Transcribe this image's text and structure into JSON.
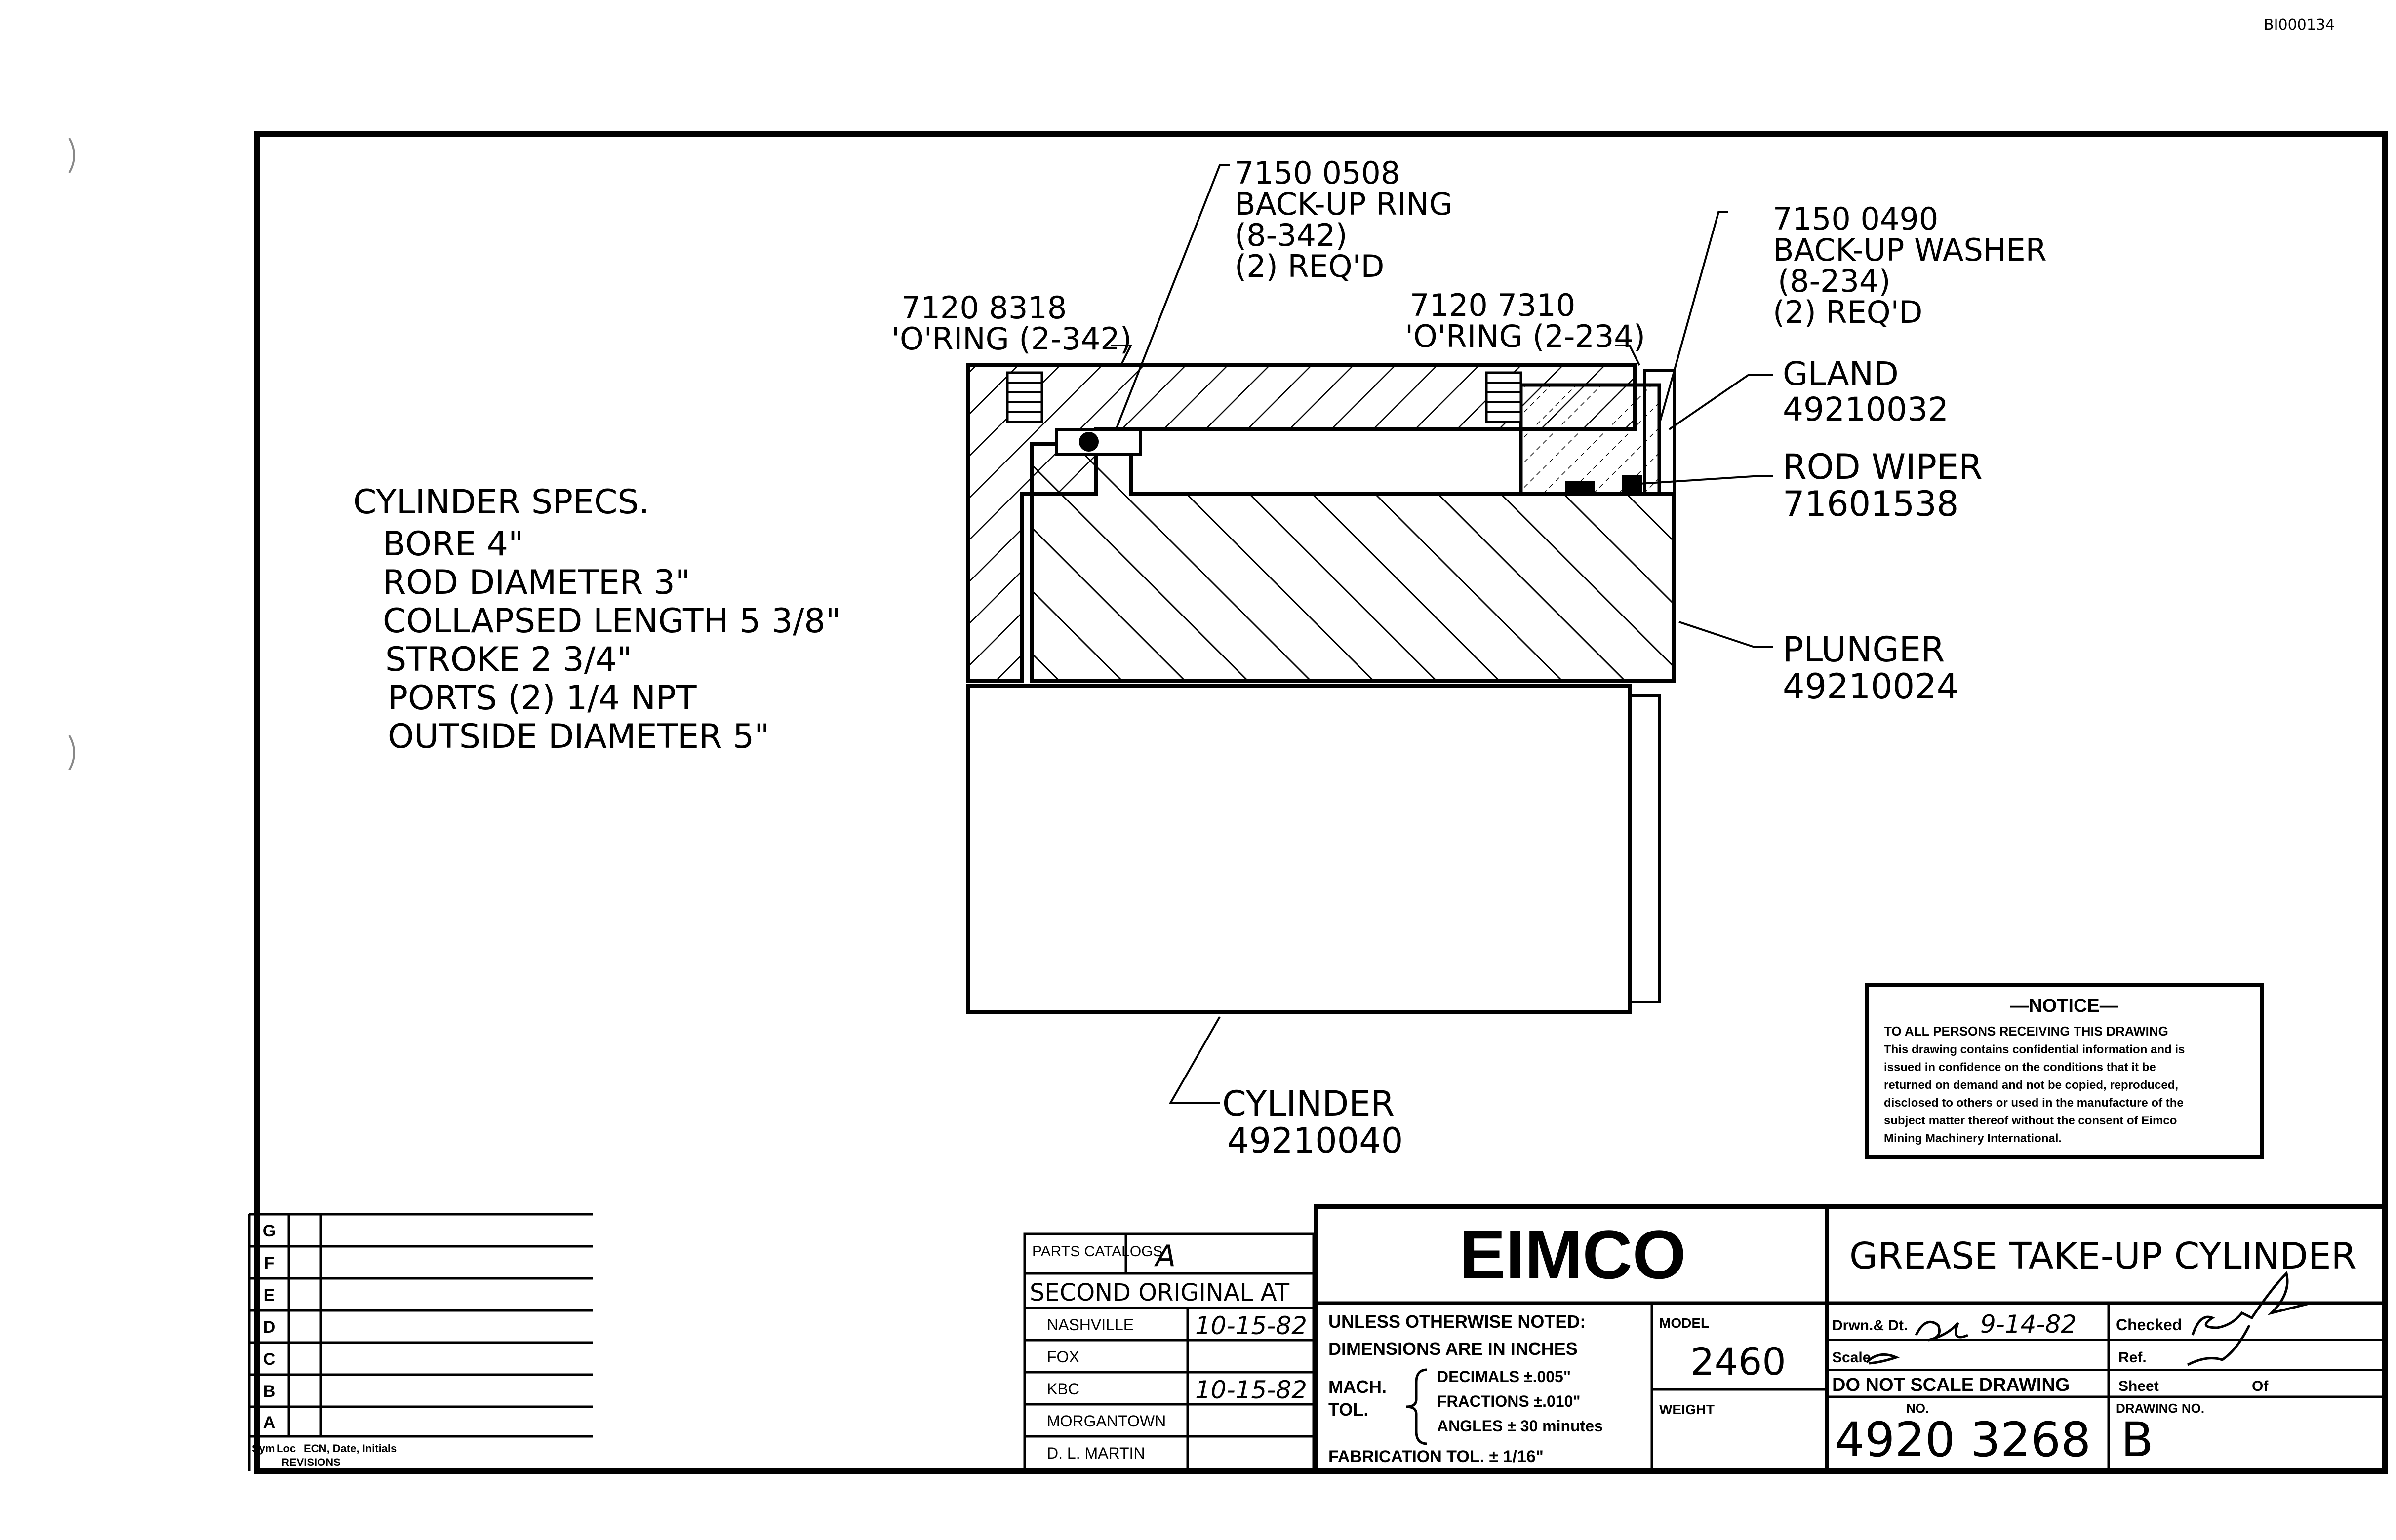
{
  "doc_code": "BI000134",
  "callouts": {
    "backup_ring": [
      "7150 0508",
      "BACK-UP RING",
      "(8-342)",
      "(2) REQ'D"
    ],
    "oring_342": [
      "7120 8318",
      "'O'RING (2-342)"
    ],
    "oring_234": [
      "7120 7310",
      "'O'RING (2-234)"
    ],
    "backup_washer": [
      "7150 0490",
      "BACK-UP WASHER",
      "(8-234)",
      "(2) REQ'D"
    ],
    "gland": [
      "GLAND",
      "49210032"
    ],
    "rod_wiper": [
      "ROD WIPER",
      "71601538"
    ],
    "plunger": [
      "PLUNGER",
      "49210024"
    ],
    "cylinder": [
      "CYLINDER",
      "49210040"
    ]
  },
  "specs": {
    "title": "CYLINDER SPECS.",
    "lines": [
      "BORE 4\"",
      "ROD DIAMETER 3\"",
      "COLLAPSED LENGTH 5 3/8\"",
      "STROKE 2 3/4\"",
      "PORTS (2) 1/4 NPT",
      "OUTSIDE DIAMETER 5\""
    ]
  },
  "notice": {
    "title": "—NOTICE—",
    "lines": [
      "TO ALL PERSONS RECEIVING THIS DRAWING",
      "This drawing contains confidential information and is",
      "issued in confidence on the conditions that it be",
      "returned on demand and not be copied, reproduced,",
      "disclosed to others or used in the manufacture of the",
      "subject matter thereof without the consent of Eimco",
      "Mining Machinery International."
    ]
  },
  "revisions": {
    "letters": [
      "G",
      "F",
      "E",
      "D",
      "C",
      "B",
      "A"
    ],
    "footer": [
      "Sym",
      "Loc",
      "ECN, Date, Initials",
      "REVISIONS"
    ]
  },
  "parts_catalogs": {
    "label": "PARTS CATALOGS",
    "letter": "A",
    "second_original": "SECOND ORIGINAL AT",
    "rows": [
      {
        "name": "NASHVILLE",
        "date": "10-15-82"
      },
      {
        "name": "FOX",
        "date": ""
      },
      {
        "name": "KBC",
        "date": "10-15-82"
      },
      {
        "name": "MORGANTOWN",
        "date": ""
      },
      {
        "name": "D. L. MARTIN",
        "date": ""
      }
    ]
  },
  "title_block": {
    "company": "EIMCO",
    "title": "GREASE TAKE-UP CYLINDER",
    "unless_noted": "UNLESS OTHERWISE NOTED:",
    "dimensions_in": "DIMENSIONS ARE IN INCHES",
    "mach": "MACH.",
    "tol": "TOL.",
    "decimals": "DECIMALS ±.005\"",
    "fractions": "FRACTIONS ±.010\"",
    "angles": "ANGLES ± 30 minutes",
    "fabrication": "FABRICATION TOL. ± 1/16\"",
    "model_label": "MODEL",
    "model": "2460",
    "weight_label": "WEIGHT",
    "drawn_label": "Drwn.& Dt.",
    "drawn_date": "9-14-82",
    "checked_label": "Checked",
    "scale_label": "Scale",
    "ref_label": "Ref.",
    "do_not_scale": "DO NOT SCALE DRAWING",
    "sheet_label": "Sheet",
    "of_label": "Of",
    "no_label": "NO.",
    "drawing_no_label": "DRAWING NO.",
    "drawing_no": "4920 3268",
    "revision": "B"
  }
}
